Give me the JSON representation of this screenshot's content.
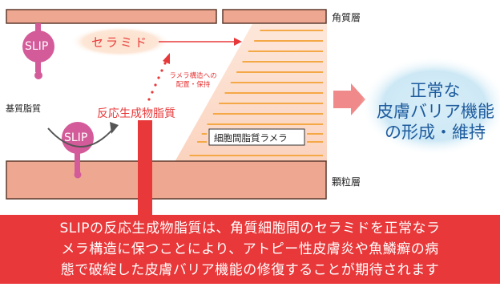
{
  "labels": {
    "stratum_corneum": "角質層",
    "stratum_granulosum": "顆粒層",
    "substrate_lipid": "基質脂質",
    "ceramide": "セラミド",
    "reaction_product_lipid": "反応生成物脂質",
    "lamellar_transport": [
      "ラメラ構造への",
      "配置・保持"
    ],
    "intercellular_lamellae": "細胞間脂質ラメラ",
    "slip_top": "SLIP",
    "slip_bottom": "SLIP"
  },
  "outcome": {
    "lines": [
      "正常な",
      "皮膚バリア機能",
      "の形成・維持"
    ]
  },
  "callout": {
    "lines": [
      "SLIPの反応生成物脂質は、角質細胞間のセラミドを正常なラ",
      "メラ構造に保つことにより、アトピー性皮膚炎や魚鱗癬の病",
      "態で破綻した皮膚バリア機能の修復することが期待されます"
    ]
  },
  "colors": {
    "layer_fill": "#eea892",
    "layer_stroke": "#5e3a2e",
    "lamella": "#f5a846",
    "slip": "#d45b9a",
    "accent_red": "#e8393a",
    "bubble": "#cde9f6",
    "bubble_text": "#1f5c9e",
    "arrow_pink": "#f08a8a"
  }
}
